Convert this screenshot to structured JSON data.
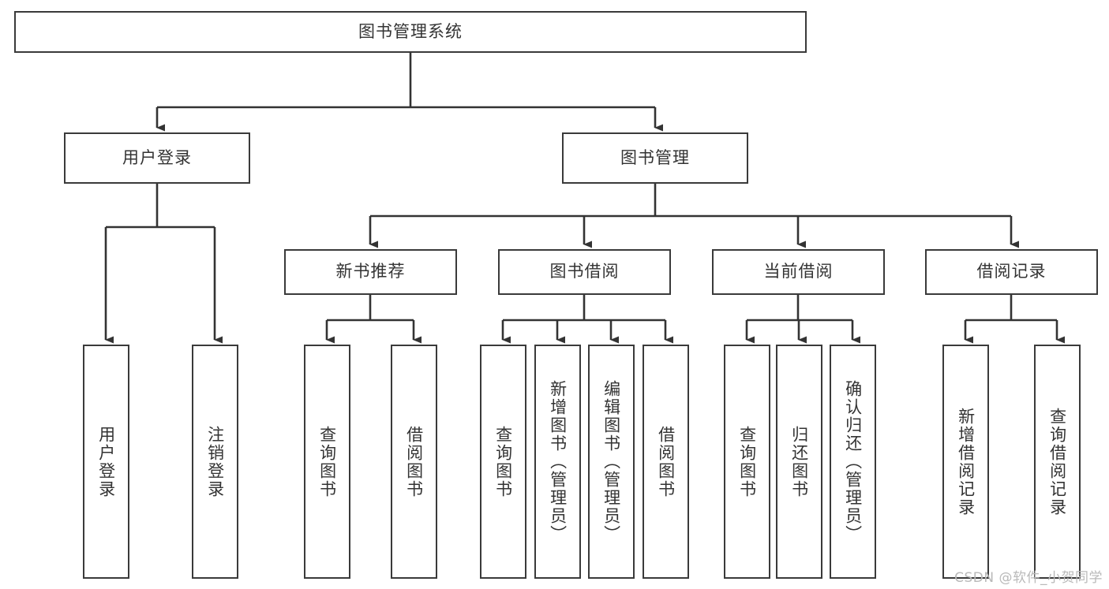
{
  "diagram": {
    "title": "图书管理系统",
    "type": "tree-hierarchy-diagram",
    "watermark": "CSDN @软件_小贺同学",
    "colors": {
      "box_border": "#3a3a3a",
      "box_fill": "#ffffff",
      "connector": "#333333",
      "text": "#333333",
      "watermark": "#b9b9b9",
      "background": "#ffffff"
    },
    "nodes": {
      "root": {
        "label": "图书管理系统"
      },
      "level2": [
        {
          "label": "用户登录"
        },
        {
          "label": "图书管理"
        }
      ],
      "level3": [
        {
          "label": "新书推荐"
        },
        {
          "label": "图书借阅"
        },
        {
          "label": "当前借阅"
        },
        {
          "label": "借阅记录"
        }
      ],
      "leaves_user_login": [
        {
          "label": "用户登录"
        },
        {
          "label": "注销登录"
        }
      ],
      "leaves_new_book": [
        {
          "label": "查询图书"
        },
        {
          "label": "借阅图书"
        }
      ],
      "leaves_borrow": [
        {
          "label": "查询图书"
        },
        {
          "label": "新增图书（管理员）"
        },
        {
          "label": "编辑图书（管理员）"
        },
        {
          "label": "借阅图书"
        }
      ],
      "leaves_current": [
        {
          "label": "查询图书"
        },
        {
          "label": "归还图书"
        },
        {
          "label": "确认归还（管理员）"
        }
      ],
      "leaves_records": [
        {
          "label": "新增借阅记录"
        },
        {
          "label": "查询借阅记录"
        }
      ]
    }
  }
}
